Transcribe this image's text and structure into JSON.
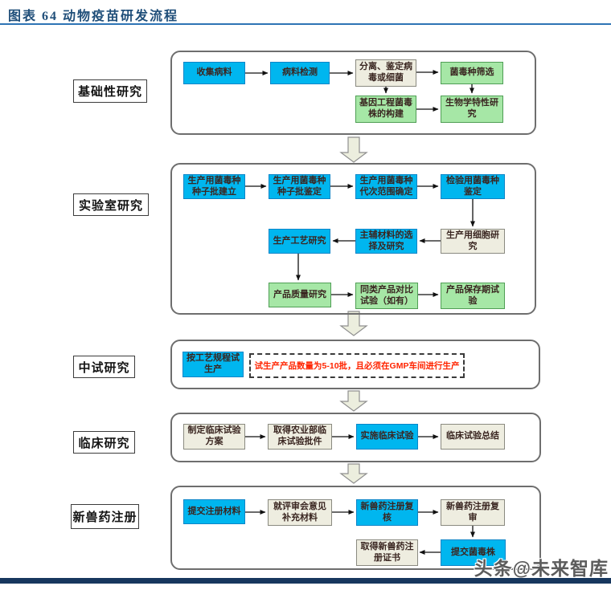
{
  "title": "图表 64  动物疫苗研发流程",
  "watermark": "头条@未来智库",
  "colors": {
    "title_blue": "#1F4E79",
    "rule_blue": "#2E74B5",
    "box_cyan": "#00B6EF",
    "box_green": "#A6E7A6",
    "box_beige": "#EEEDE0",
    "note_red": "#FF2400",
    "bottom_bar_navy": "#17375E"
  },
  "stages": [
    {
      "label": "基础性研究",
      "boxes": [
        {
          "text": "收集病料"
        },
        {
          "text": "病料检测"
        },
        {
          "text": "分离、鉴定病毒或细菌"
        },
        {
          "text": "菌毒种筛选"
        },
        {
          "text": "基因工程菌毒株的构建"
        },
        {
          "text": "生物学特性研究"
        }
      ]
    },
    {
      "label": "实验室研究",
      "boxes": [
        {
          "text": "生产用菌毒种种子批建立"
        },
        {
          "text": "生产用菌毒种种子批鉴定"
        },
        {
          "text": "生产用菌毒种代次范围确定"
        },
        {
          "text": "检验用菌毒种鉴定"
        },
        {
          "text": "生产工艺研究"
        },
        {
          "text": "主辅材料的选择及研究"
        },
        {
          "text": "生产用细胞研究"
        },
        {
          "text": "产品质量研究"
        },
        {
          "text": "同类产品对比试验（如有）"
        },
        {
          "text": "产品保存期试验"
        }
      ]
    },
    {
      "label": "中试研究",
      "boxes": [
        {
          "text": "按工艺规程试生产"
        }
      ],
      "note": "试生产产品数量为5-10批，且必须在GMP车间进行生产"
    },
    {
      "label": "临床研究",
      "boxes": [
        {
          "text": "制定临床试验方案"
        },
        {
          "text": "取得农业部临床试验批件"
        },
        {
          "text": "实施临床试验"
        },
        {
          "text": "临床试验总结"
        }
      ]
    },
    {
      "label": "新兽药注册",
      "boxes": [
        {
          "text": "提交注册材料"
        },
        {
          "text": "就评审会意见补充材料"
        },
        {
          "text": "新兽药注册复核"
        },
        {
          "text": "新兽药注册复审"
        },
        {
          "text": "取得新兽药注册证书"
        },
        {
          "text": "提交菌毒株"
        }
      ]
    }
  ]
}
